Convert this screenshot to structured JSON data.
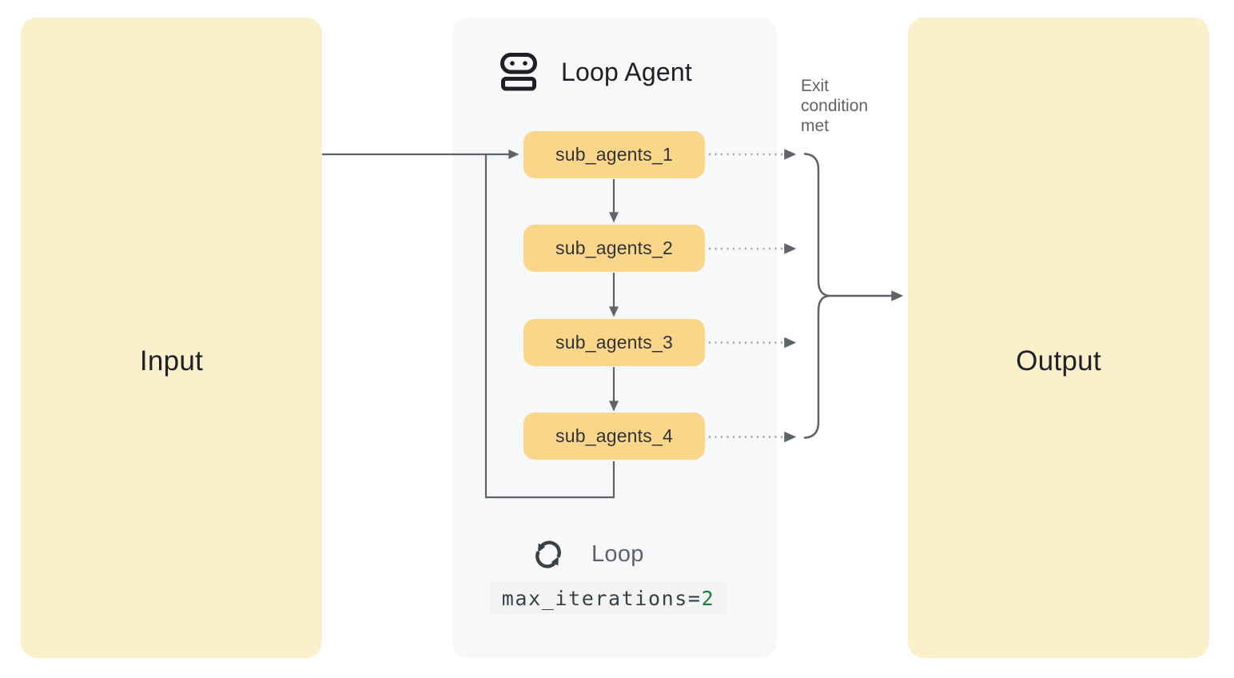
{
  "colors": {
    "box_yellow": "#FAF0CC",
    "box_orange": "#F9D689",
    "panel_bg": "#F7F8FA",
    "line": "#5F6368",
    "dots": "#9AA0A6",
    "ink": "#202124",
    "muted": "#5F6368",
    "code_ink": "#3C4043",
    "code_bg": "#F1F3F4",
    "code_green": "#188038",
    "icon_ink": "#1F2023"
  },
  "nodes": {
    "input": {
      "label": "Input"
    },
    "output": {
      "label": "Output"
    }
  },
  "loop_agent": {
    "title": "Loop Agent",
    "icon": "robot-icon",
    "sub_agents": [
      "sub_agents_1",
      "sub_agents_2",
      "sub_agents_3",
      "sub_agents_4"
    ],
    "footer": {
      "icon": "loop-sync-icon",
      "label": "Loop",
      "code_text": "max_iterations=",
      "code_value": "2"
    }
  },
  "annotations": {
    "exit_condition": "Exit condition met"
  }
}
